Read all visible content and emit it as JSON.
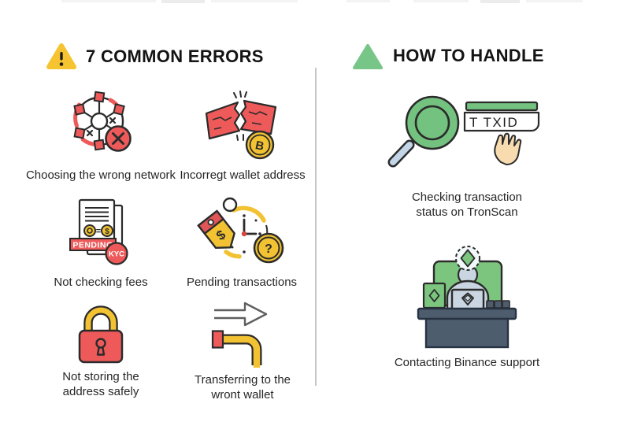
{
  "colors": {
    "red": "#ee5a5a",
    "yellow": "#f2c233",
    "green_triangle": "#77c687",
    "magnifier_green": "#74c27f",
    "desk_slate": "#4e5d6e",
    "person_blue": "#c9d5e0",
    "handle_blue": "#c3d6e8",
    "hand_skin": "#f8dcb0",
    "divider": "#c6c6c6",
    "text": "#242424"
  },
  "left_section": {
    "heading": "7 COMMON ERRORS",
    "items": [
      {
        "name": "wrong-network",
        "label": "Choosing the wrong network"
      },
      {
        "name": "incorrect-address",
        "label": "Incorregt wallet address",
        "coin_letter": "B"
      },
      {
        "name": "not-checking-fees",
        "label": "Not checking fees",
        "stamp_pending": "PENDING",
        "stamp_kyc": "KYC",
        "equals_sign": "=",
        "dollar_sign": "$"
      },
      {
        "name": "pending-transactions",
        "label": "Pending transactions",
        "tag_symbol": "$",
        "coin_symbol": "?"
      },
      {
        "name": "not-storing-address",
        "label": "Not storing the address safely"
      },
      {
        "name": "wrong-wallet-transfer",
        "label": "Transferring to the wront wallet"
      }
    ]
  },
  "right_section": {
    "heading": "HOW TO HANDLE",
    "items": [
      {
        "name": "tronscan-check",
        "label": "Checking transaction status on TronScan",
        "field_text": "T TXID"
      },
      {
        "name": "binance-support",
        "label": "Contacting Binance support"
      }
    ]
  }
}
